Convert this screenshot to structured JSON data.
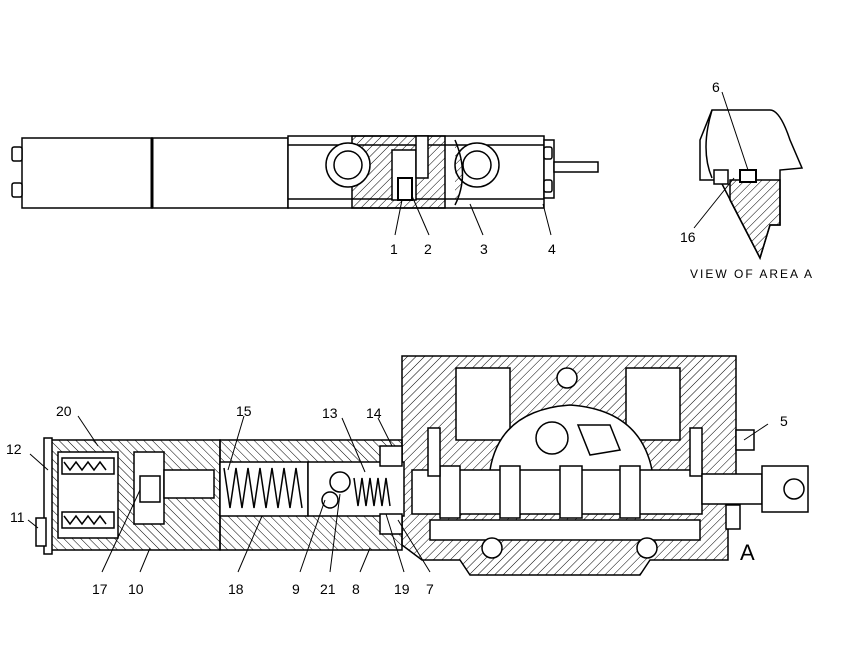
{
  "labels": {
    "l1": "1",
    "l2": "2",
    "l3": "3",
    "l4": "4",
    "l5": "5",
    "l6": "6",
    "l7": "7",
    "l8": "8",
    "l9": "9",
    "l10": "10",
    "l11": "11",
    "l12": "12",
    "l13": "13",
    "l14": "14",
    "l15": "15",
    "l16": "16",
    "l17": "17",
    "l18": "18",
    "l19": "19",
    "l20": "20",
    "l21": "21"
  },
  "view_caption": "VIEW OF AREA A",
  "area_letter": "A"
}
